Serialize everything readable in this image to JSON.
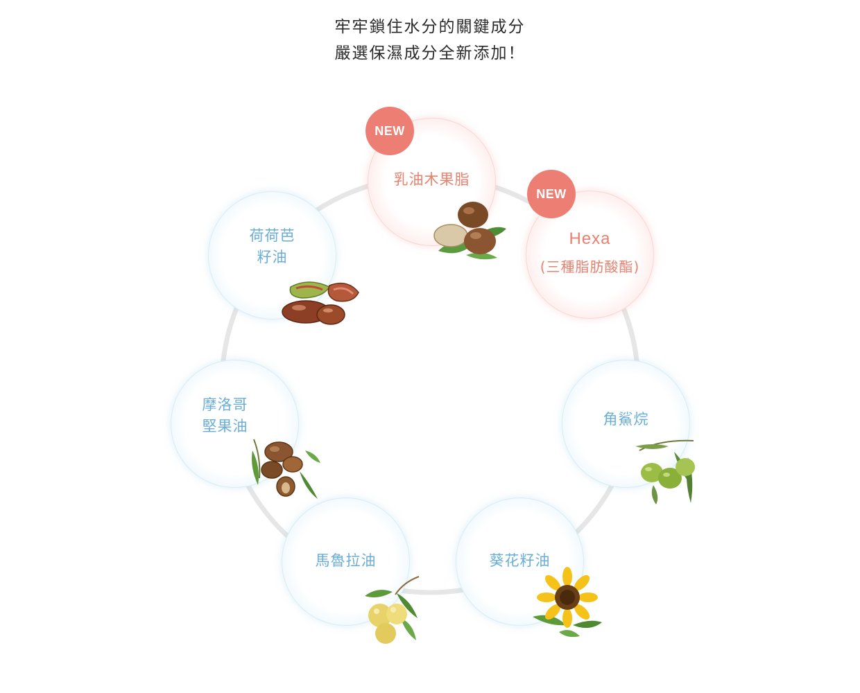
{
  "heading": {
    "line1": "牢牢鎖住水分的關鍵成分",
    "line2": "嚴選保濕成分全新添加！"
  },
  "colors": {
    "ring": "#e6e6e6",
    "blue_text": "#6aaed8",
    "pink_text": "#e9806e",
    "badge": "#ec7e74",
    "heading_text": "#2a2a2a"
  },
  "ingredients": [
    {
      "id": "shea",
      "lines": [
        "乳油木果脂"
      ],
      "style": "pink",
      "badge": "NEW",
      "illustration": "shea-nut-illustration"
    },
    {
      "id": "hexa",
      "lines": [
        "Hexa",
        "(三種脂肪酸酯)"
      ],
      "style": "pink",
      "badge": "NEW",
      "illustration": ""
    },
    {
      "id": "squalane",
      "lines": [
        "角鯊烷"
      ],
      "style": "blue",
      "badge": "",
      "illustration": "olive-illustration"
    },
    {
      "id": "sunflower",
      "lines": [
        "葵花籽油"
      ],
      "style": "blue",
      "badge": "",
      "illustration": "sunflower-illustration"
    },
    {
      "id": "marula",
      "lines": [
        "馬魯拉油"
      ],
      "style": "blue",
      "badge": "",
      "illustration": "marula-fruit-illustration"
    },
    {
      "id": "argan",
      "lines": [
        "摩洛哥",
        "堅果油"
      ],
      "style": "blue",
      "badge": "",
      "illustration": "argan-nut-illustration"
    },
    {
      "id": "jojoba",
      "lines": [
        "荷荷芭",
        "籽油"
      ],
      "style": "blue",
      "badge": "",
      "illustration": "jojoba-seed-illustration"
    }
  ]
}
